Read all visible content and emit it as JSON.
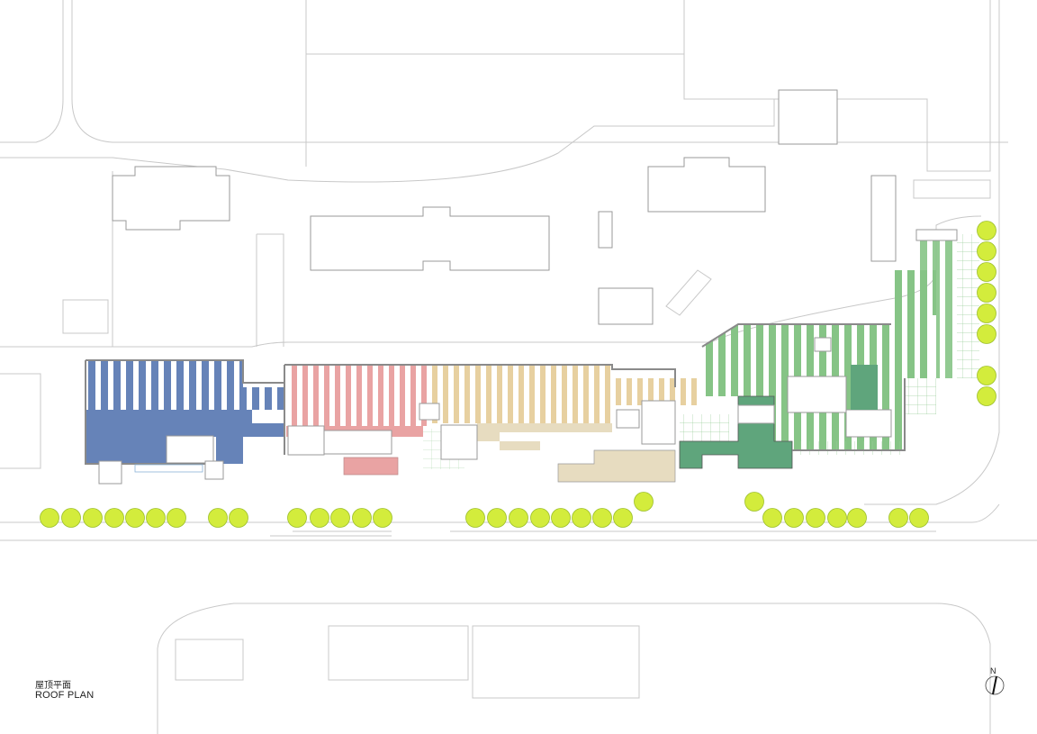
{
  "title": {
    "chinese": "屋顶平面",
    "english": "ROOF PLAN"
  },
  "north_arrow": {
    "label": "N"
  },
  "colors": {
    "blue_roof": "#6683b8",
    "red_roof": "#e9a3a3",
    "yellow_roof": "#e7d0a0",
    "green_roof": "#86c486",
    "dark_green_roof": "#5fa57c",
    "beige_roof": "#e7dcc0",
    "tree": "#d3ec3c",
    "linework": "#c8c8c8"
  }
}
